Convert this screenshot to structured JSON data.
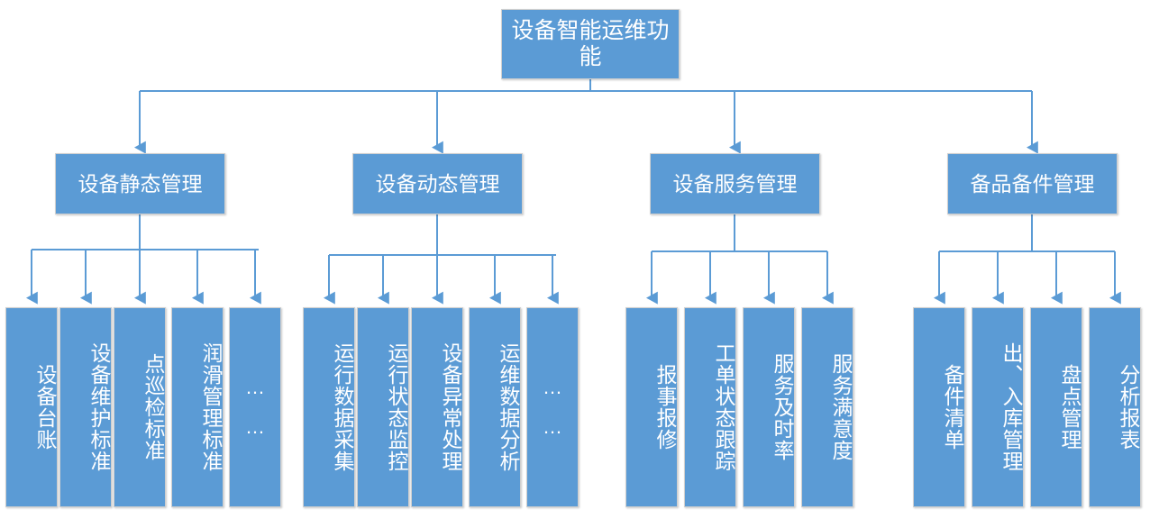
{
  "diagram": {
    "type": "org-chart-tree",
    "title_node": "设备智能运维功能",
    "accent_color": "#5B9BD5",
    "connector_color": "#5B9BD5",
    "text_color": "#FFFFFF",
    "background_color": "#FFFFFF"
  },
  "root": {
    "label": "设备智能运维功能"
  },
  "branches": [
    {
      "label": "设备静态管理",
      "leaves": [
        {
          "label": "设备台账"
        },
        {
          "label": "设备维护标准"
        },
        {
          "label": "点巡检标准"
        },
        {
          "label": "润滑管理标准"
        },
        {
          "label": "…\n…",
          "is_ellipsis": true
        }
      ]
    },
    {
      "label": "设备动态管理",
      "leaves": [
        {
          "label": "运行数据采集"
        },
        {
          "label": "运行状态监控"
        },
        {
          "label": "设备异常处理"
        },
        {
          "label": "运维数据分析"
        },
        {
          "label": "…\n…",
          "is_ellipsis": true
        }
      ]
    },
    {
      "label": "设备服务管理",
      "leaves": [
        {
          "label": "报事报修"
        },
        {
          "label": "工单状态跟踪"
        },
        {
          "label": "服务及时率"
        },
        {
          "label": "服务满意度"
        }
      ]
    },
    {
      "label": "备品备件管理",
      "leaves": [
        {
          "label": "备件清单"
        },
        {
          "label": "出、入库管理"
        },
        {
          "label": "盘点管理"
        },
        {
          "label": "分析报表"
        }
      ]
    }
  ]
}
